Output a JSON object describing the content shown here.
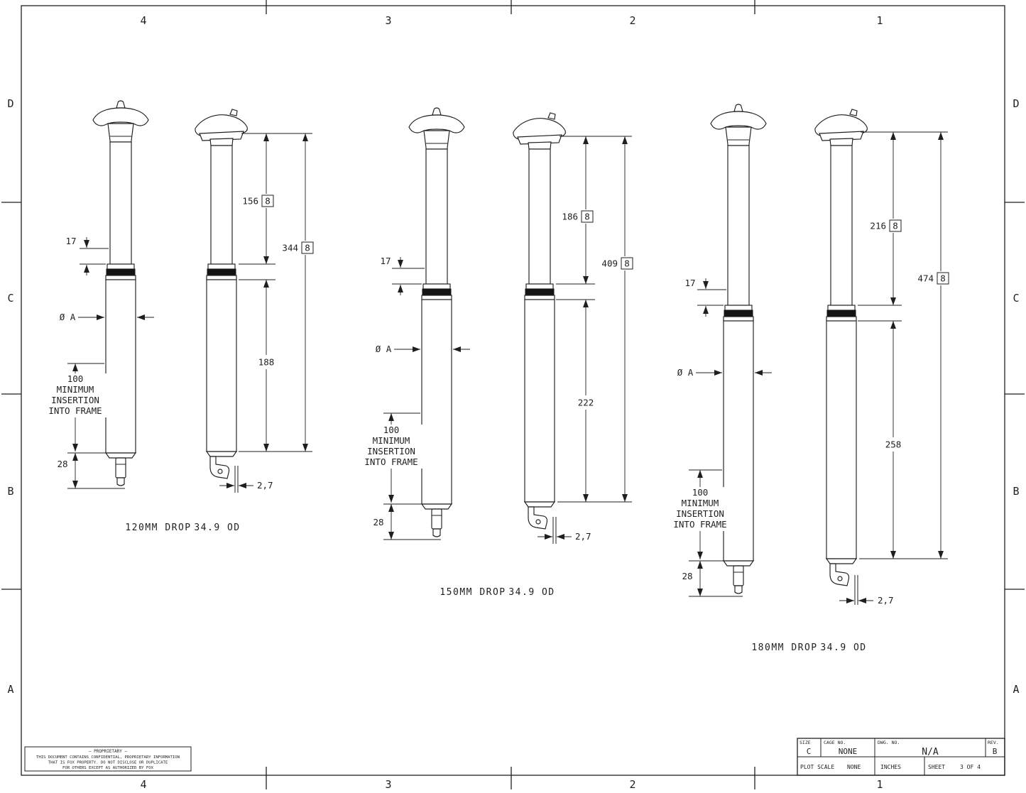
{
  "sheet": {
    "zones_top": [
      "4",
      "3",
      "2",
      "1"
    ],
    "zones_bottom": [
      "4",
      "3",
      "2",
      "1"
    ],
    "zones_left": [
      "D",
      "C",
      "B",
      "A"
    ],
    "zones_right": [
      "D",
      "C",
      "B",
      "A"
    ]
  },
  "groups": [
    {
      "caption_drop": "120MM DROP",
      "caption_od": "34.9 OD",
      "dims": {
        "upper_exposed": "156",
        "upper_exposed_ref": "8",
        "overall": "344",
        "overall_ref": "8",
        "lower_length": "188",
        "collar": "17",
        "diameter": "Ø A",
        "insertion_lines": [
          "100",
          "MINIMUM",
          "INSERTION",
          "INTO FRAME"
        ],
        "bottom_stub": "28",
        "lever_offset": "2,7"
      }
    },
    {
      "caption_drop": "150MM DROP",
      "caption_od": "34.9 OD",
      "dims": {
        "upper_exposed": "186",
        "upper_exposed_ref": "8",
        "overall": "409",
        "overall_ref": "8",
        "lower_length": "222",
        "collar": "17",
        "diameter": "Ø A",
        "insertion_lines": [
          "100",
          "MINIMUM",
          "INSERTION",
          "INTO FRAME"
        ],
        "bottom_stub": "28",
        "lever_offset": "2,7"
      }
    },
    {
      "caption_drop": "180MM DROP",
      "caption_od": "34.9 OD",
      "dims": {
        "upper_exposed": "216",
        "upper_exposed_ref": "8",
        "overall": "474",
        "overall_ref": "8",
        "lower_length": "258",
        "collar": "17",
        "diameter": "Ø A",
        "insertion_lines": [
          "100",
          "MINIMUM",
          "INSERTION",
          "INTO FRAME"
        ],
        "bottom_stub": "28",
        "lever_offset": "2,7"
      }
    }
  ],
  "title_block": {
    "size_label": "SIZE",
    "size": "C",
    "cage_label": "CAGE NO.",
    "cage": "NONE",
    "dwg_label": "DWG. NO.",
    "dwg": "N/A",
    "rev_label": "REV.",
    "rev": "B",
    "plot_label": "PLOT SCALE",
    "plot": "NONE",
    "units": "INCHES",
    "sheet_label": "SHEET",
    "sheet": "3 OF 4"
  },
  "proprietary": {
    "title": "— PROPRIETARY —",
    "line1": "THIS DOCUMENT CONTAINS CONFIDENTIAL, PROPRIETARY INFORMATION",
    "line2": "THAT IS FOX PROPERTY.  DO NOT DISCLOSE OR DUPLICATE",
    "line3": "FOR OTHERS EXCEPT AS AUTHORIZED BY FOX"
  }
}
